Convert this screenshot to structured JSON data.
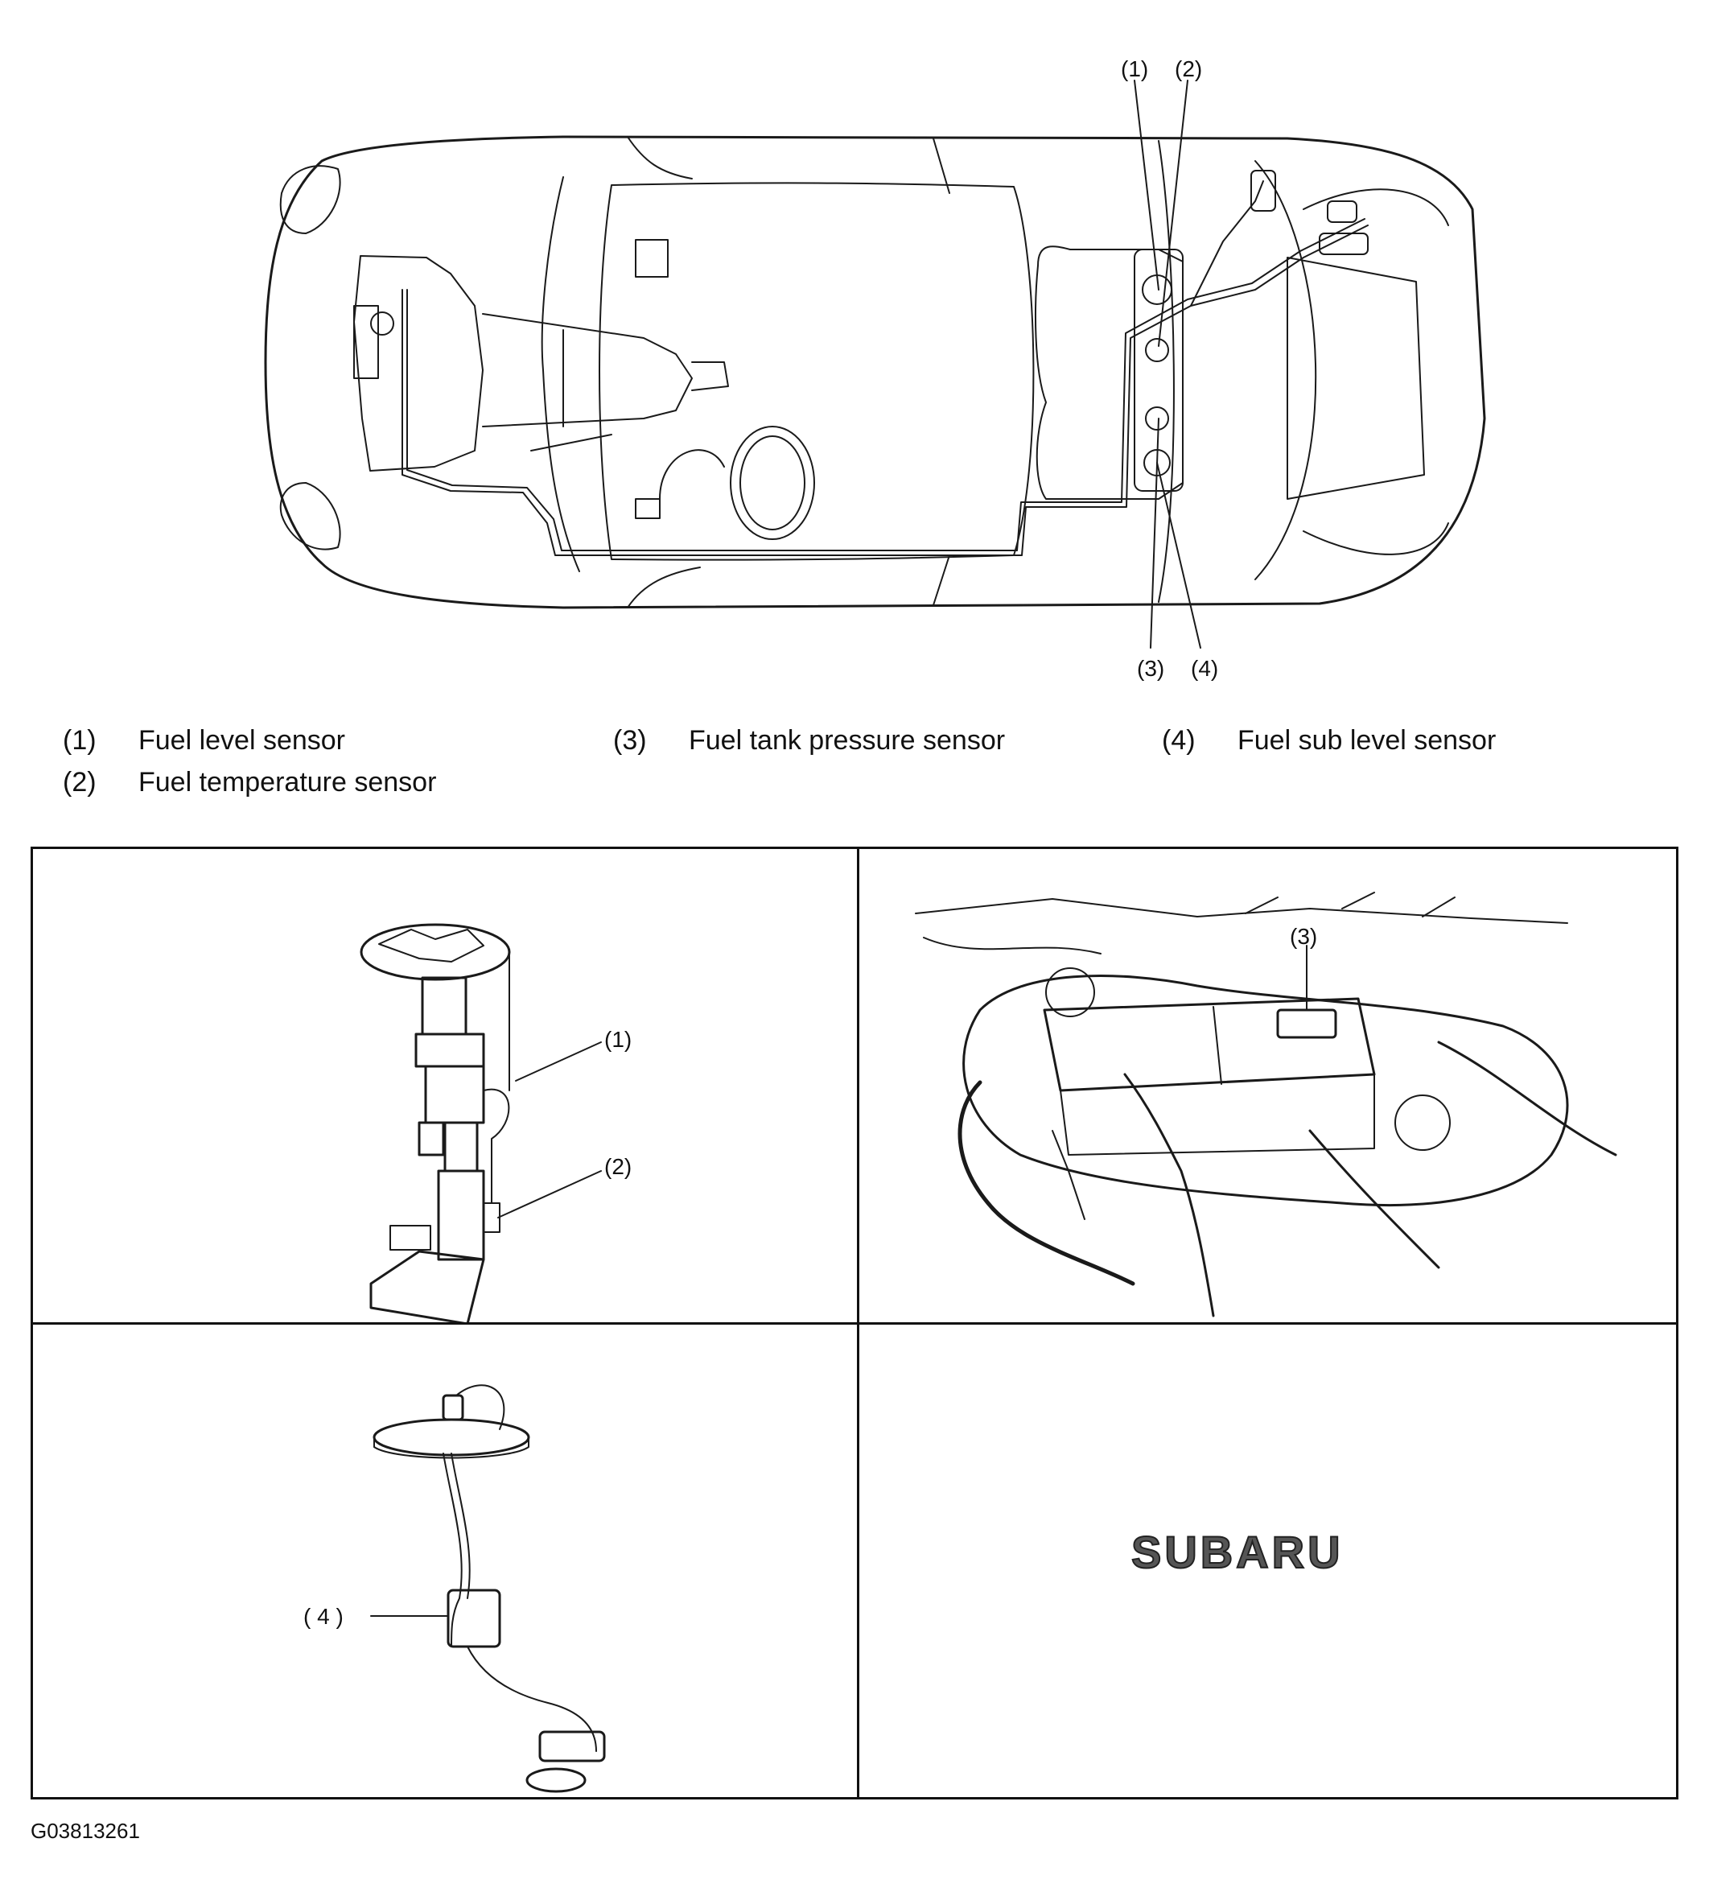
{
  "callouts": {
    "c1": "(1)",
    "c2": "(2)",
    "c3": "(3)",
    "c4": "(4)",
    "c4_spaced": "( 4 )"
  },
  "legend": [
    {
      "num": "(1)",
      "text": "Fuel level sensor"
    },
    {
      "num": "(2)",
      "text": "Fuel temperature sensor"
    },
    {
      "num": "(3)",
      "text": "Fuel tank pressure sensor"
    },
    {
      "num": "(4)",
      "text": "Fuel sub level sensor"
    }
  ],
  "logo": "SUBARU",
  "figure_code": "G03813261",
  "colors": {
    "line": "#1a1a1a",
    "background": "#ffffff"
  }
}
